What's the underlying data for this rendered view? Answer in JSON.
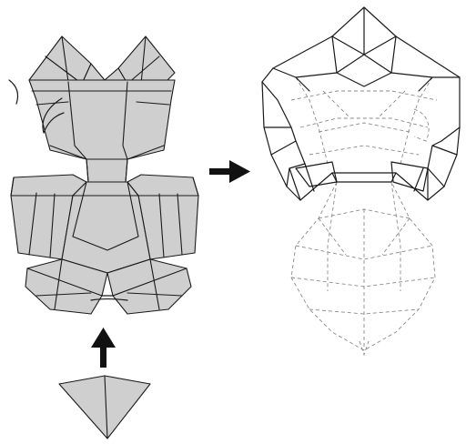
{
  "diagram": {
    "colors": {
      "paper_fill": "#cfcfcf",
      "line": "#1a1a1a",
      "hidden_line": "#8a8a8a",
      "arrow": "#111111",
      "background": "#ffffff"
    },
    "components": [
      "flat-folded-net",
      "triangular-chin-piece",
      "up-arrow",
      "right-arrow",
      "assembled-head-outline"
    ]
  }
}
